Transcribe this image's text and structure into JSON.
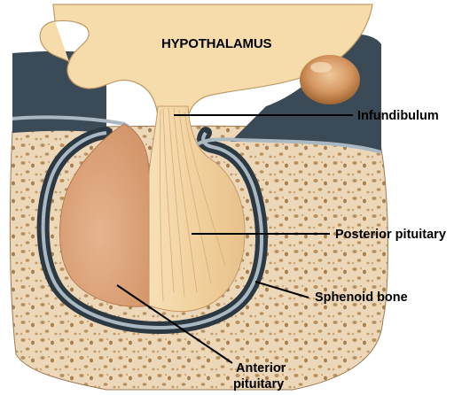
{
  "labels": {
    "hypothalamus": "HYPOTHALAMUS",
    "infundibulum": "Infundibulum",
    "posterior_pituitary": "Posterior pituitary",
    "sphenoid_bone": "Sphenoid bone",
    "anterior_line1": "Anterior",
    "anterior_line2": "pituitary"
  },
  "colors": {
    "bone": "#ecd8b8",
    "bone_pores": "#b8915f",
    "dura_dark": "#3a4a56",
    "dura_light": "#a9b8c2",
    "hypothalamus_tissue": "#f5dcaa",
    "anterior_lobe": "#dea57e",
    "posterior_lobe": "#f3d6a6",
    "cyst": "#c98a4f"
  }
}
